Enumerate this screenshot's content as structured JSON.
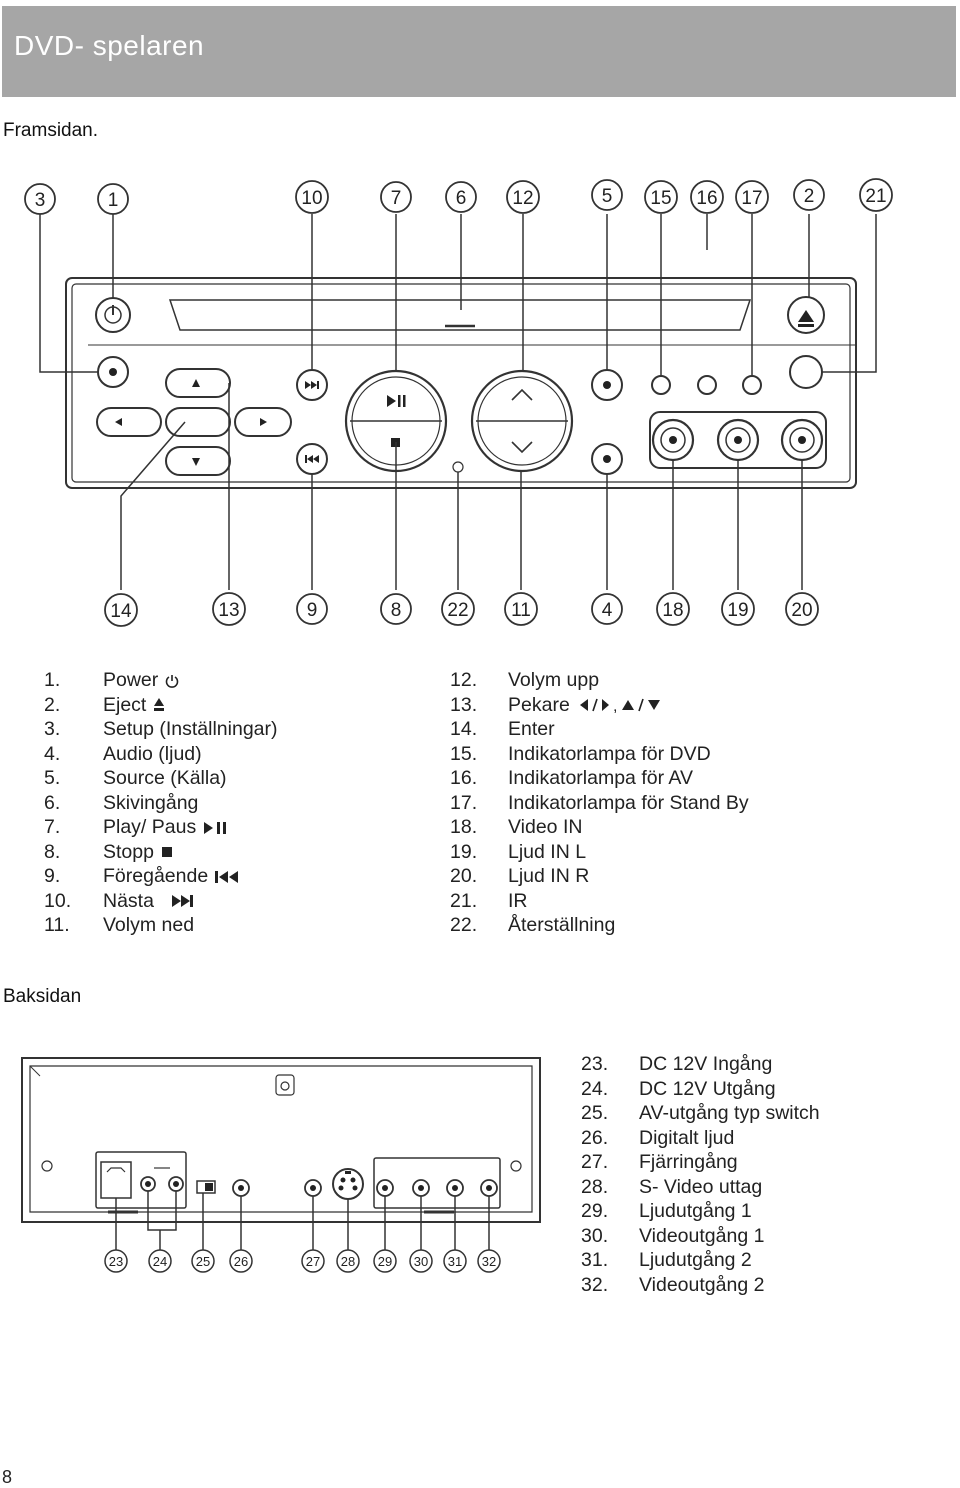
{
  "header": {
    "title": "DVD- spelaren"
  },
  "front_section": {
    "label": "Framsidan."
  },
  "front_callouts": {
    "top": [
      "3",
      "1",
      "10",
      "7",
      "6",
      "12",
      "5",
      "15",
      "16",
      "17",
      "2",
      "21"
    ],
    "bottom": [
      "14",
      "13",
      "9",
      "8",
      "22",
      "11",
      "4",
      "18",
      "19",
      "20"
    ]
  },
  "front_legend_left": [
    {
      "num": "1.",
      "text": "Power",
      "symbol": "power-icon"
    },
    {
      "num": "2.",
      "text": "Eject",
      "symbol": "eject-icon"
    },
    {
      "num": "3.",
      "text": "Setup (Inställningar)",
      "symbol": ""
    },
    {
      "num": "4.",
      "text": "Audio (ljud)",
      "symbol": ""
    },
    {
      "num": "5.",
      "text": "Source (Källa)",
      "symbol": ""
    },
    {
      "num": "6.",
      "text": "Skivingång",
      "symbol": ""
    },
    {
      "num": "7.",
      "text": "Play/ Paus",
      "symbol": "play-pause-icon"
    },
    {
      "num": "8.",
      "text": "Stopp",
      "symbol": "stop-icon"
    },
    {
      "num": "9.",
      "text": "Föregående",
      "symbol": "previous-icon"
    },
    {
      "num": "10.",
      "text": "Nästa",
      "symbol": "next-icon"
    },
    {
      "num": "11.",
      "text": "Volym ned",
      "symbol": ""
    }
  ],
  "front_legend_right": [
    {
      "num": "12.",
      "text": "Volym upp",
      "symbol": ""
    },
    {
      "num": "13.",
      "text": "Pekare",
      "symbol": "cursor-arrows-icon"
    },
    {
      "num": "14.",
      "text": "Enter",
      "symbol": ""
    },
    {
      "num": "15.",
      "text": "Indikatorlampa för DVD",
      "symbol": ""
    },
    {
      "num": "16.",
      "text": "Indikatorlampa för AV",
      "symbol": ""
    },
    {
      "num": "17.",
      "text": "Indikatorlampa för Stand By",
      "symbol": ""
    },
    {
      "num": "18.",
      "text": "Video IN",
      "symbol": ""
    },
    {
      "num": "19.",
      "text": "Ljud IN L",
      "symbol": ""
    },
    {
      "num": "20.",
      "text": "Ljud IN R",
      "symbol": ""
    },
    {
      "num": "21.",
      "text": "IR",
      "symbol": ""
    },
    {
      "num": "22.",
      "text": "Återställning",
      "symbol": ""
    }
  ],
  "back_section": {
    "label": "Baksidan"
  },
  "back_callouts": [
    "23",
    "24",
    "25",
    "26",
    "27",
    "28",
    "29",
    "30",
    "31",
    "32"
  ],
  "back_legend": [
    {
      "num": "23.",
      "text": "DC 12V Ingång"
    },
    {
      "num": "24.",
      "text": "DC 12V Utgång"
    },
    {
      "num": "25.",
      "text": "AV-utgång typ switch"
    },
    {
      "num": "26.",
      "text": "Digitalt ljud"
    },
    {
      "num": "27.",
      "text": "Fjärringång"
    },
    {
      "num": "28.",
      "text": "S- Video uttag"
    },
    {
      "num": "29.",
      "text": "Ljudutgång 1"
    },
    {
      "num": "30.",
      "text": "Videoutgång 1"
    },
    {
      "num": "31.",
      "text": "Ljudutgång 2"
    },
    {
      "num": "32.",
      "text": "Videoutgång 2"
    }
  ],
  "page": {
    "number": "8"
  },
  "colors": {
    "header_bg": "#a6a6a6",
    "header_text": "#ffffff",
    "line": "#333333"
  }
}
